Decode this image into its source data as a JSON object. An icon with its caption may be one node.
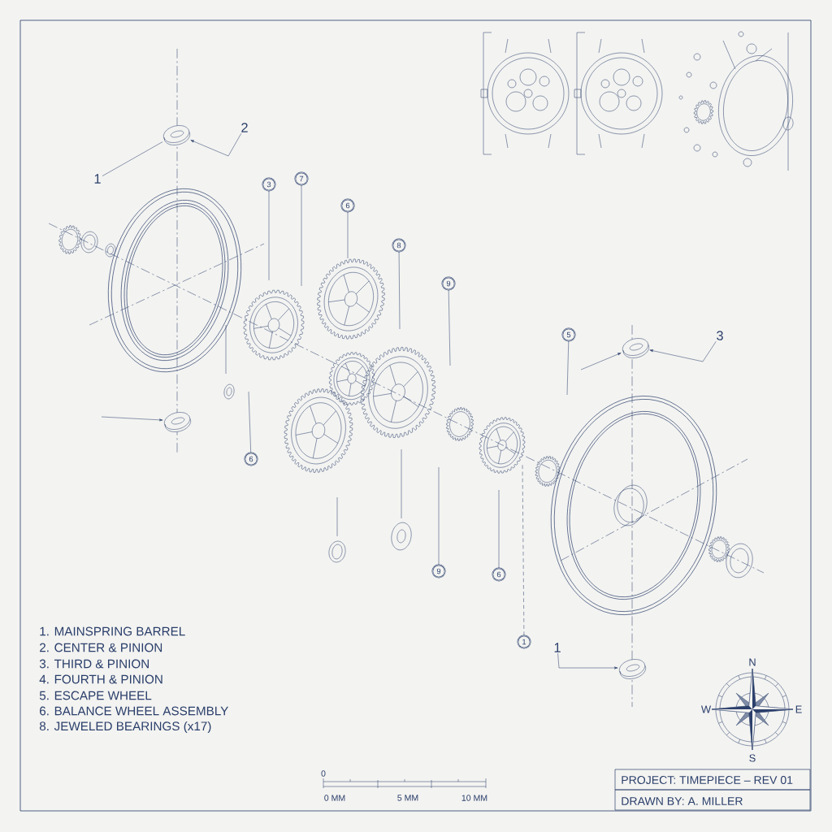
{
  "diagram": {
    "nodes": [
      {
        "text": [
          "1"
        ]
      },
      {
        "text": [],
        "shape": "picture"
      },
      {
        "text": [
          "2"
        ]
      },
      {
        "text": [],
        "shape": "picture"
      },
      {
        "text": [
          "3"
        ]
      },
      {
        "text": [],
        "shape": "picture"
      },
      {
        "text": [
          "1"
        ]
      },
      {
        "text": [],
        "shape": "picture"
      },
      {
        "text": [
          "3"
        ]
      },
      {
        "text": [
          "7"
        ]
      },
      {
        "text": [
          "6"
        ]
      },
      {
        "text": [
          "8"
        ]
      },
      {
        "text": [
          "9"
        ]
      },
      {
        "text": [
          "5"
        ]
      },
      {
        "text": [
          "6"
        ]
      },
      {
        "text": [
          "9"
        ]
      },
      {
        "text": [
          "6"
        ]
      },
      {
        "text": [
          "1"
        ]
      }
    ],
    "edges": [
      {
        "from": 0,
        "to": 1,
        "arrow": "none"
      },
      {
        "from": 2,
        "to": 1,
        "arrow": "to"
      },
      {
        "from": null,
        "to": 3,
        "arrow": "to"
      },
      {
        "from": 4,
        "to": 5,
        "arrow": "to"
      },
      {
        "from": null,
        "to": 5,
        "arrow": "to"
      },
      {
        "from": 6,
        "to": 7,
        "arrow": "to"
      },
      {
        "from": 8,
        "to": null,
        "arrow": "none"
      },
      {
        "from": 9,
        "to": null,
        "arrow": "none"
      },
      {
        "from": 10,
        "to": null,
        "arrow": "none"
      },
      {
        "from": 11,
        "to": null,
        "arrow": "none"
      },
      {
        "from": 12,
        "to": null,
        "arrow": "none"
      },
      {
        "from": 13,
        "to": null,
        "arrow": "none"
      },
      {
        "from": 14,
        "to": null,
        "arrow": "none"
      },
      {
        "from": 15,
        "to": null,
        "arrow": "none"
      },
      {
        "from": 16,
        "to": null,
        "arrow": "none"
      },
      {
        "from": 17,
        "to": null,
        "arrow": "none",
        "style": "dashed"
      }
    ],
    "labels": [
      "1. MAINSPRING BARREL",
      "2. CENTER & PINION",
      "3. THIRD & PINION",
      "4. FOURTH & PINION",
      "5. ESCAPE WHEEL",
      "6. BALANCE WHEEL ASSEMBLY",
      "8. JEWELED BEARINGS (x17)",
      "0",
      "0 MM",
      "5 MM",
      "10 MM",
      "N",
      "W",
      "E",
      "S",
      "PROJECT: TIMEPIECE – REV 01",
      "DRAWN BY: A. MILLER"
    ]
  }
}
